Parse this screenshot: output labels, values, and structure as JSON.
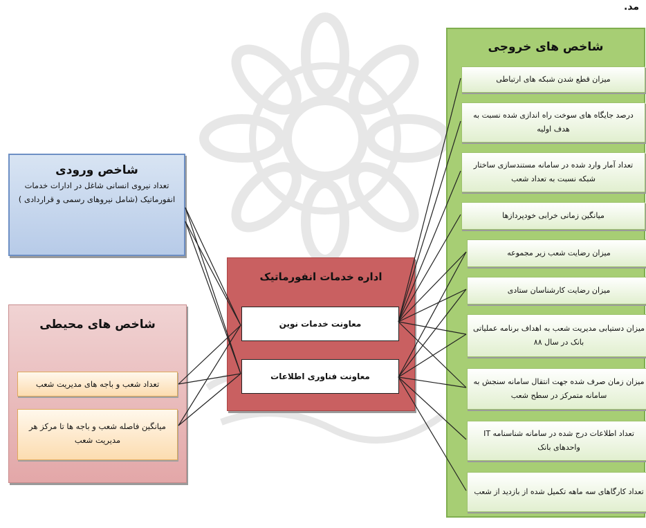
{
  "top_fragment": "مد.",
  "input_box": {
    "title": "شاخص ورودی",
    "body": "تعداد نیروی انسانی شاغل در ادارات خدمات انفورماتیک (شامل نیروهای رسمی و قراردادی )"
  },
  "environment_box": {
    "title": "شاخص های محیطی",
    "items": [
      "تعداد شعب و  باجه های مدیریت شعب",
      "میانگین فاصله شعب و باجه ها تا مرکز هر مدیریت شعب"
    ]
  },
  "center_box": {
    "title": "اداره خدمات انفورماتیک",
    "departments": [
      "معاونت خدمات نوین",
      "معاونت فناوری اطلاعات"
    ]
  },
  "output_box": {
    "title": "شاخص های خروجی",
    "items": [
      "میزان قطع شدن شبکه های ارتباطی",
      "درصد جایگاه های سوخت راه اندازی شده نسبت به هدف اولیه",
      "تعداد آمار وارد شده در  سامانه مستندسازی ساختار شبکه نسبت به تعداد شعب",
      "میانگین زمانی خرابی خودپردازها",
      "میزان رضایت شعب زیر مجموعه",
      "میزان رضایت کارشناسان ستادی",
      "میزان دستیابی مدیریت شعب به اهداف برنامه عملیاتی بانک در سال ۸۸",
      "میزان زمان صرف شده جهت انتقال سامانه سنجش به سامانه متمرکز در سطح شعب",
      "تعداد اطلاعات درج شده در سامانه شناسنامه IT واحدهای بانک",
      "تعداد کارگاهای سه ماهه تکمیل شده از  بازدید از شعب"
    ]
  }
}
